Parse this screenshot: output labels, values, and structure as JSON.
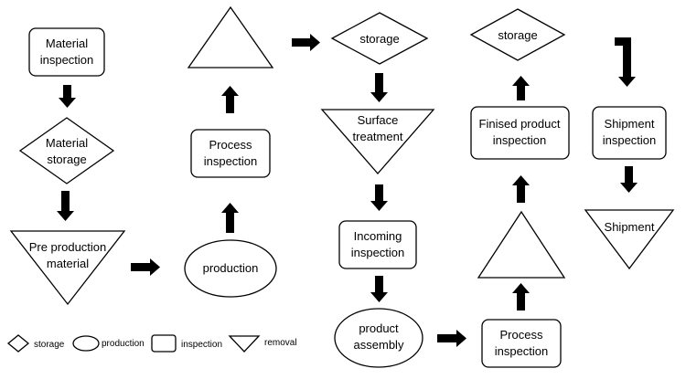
{
  "nodes": {
    "material_inspection": [
      "Material",
      "inspection"
    ],
    "material_storage": [
      "Material",
      "storage"
    ],
    "pre_production_material": [
      "Pre production",
      "material"
    ],
    "production": [
      "production"
    ],
    "process_inspection_1": [
      "Process",
      "inspection"
    ],
    "storage_1": [
      "storage"
    ],
    "surface_treatment": [
      "Surface",
      "treatment"
    ],
    "incoming_inspection": [
      "Incoming",
      "inspection"
    ],
    "product_assembly": [
      "product",
      "assembly"
    ],
    "process_inspection_2": [
      "Process",
      "inspection"
    ],
    "finished_product_inspection": [
      "Finised product",
      "inspection"
    ],
    "storage_2": [
      "storage"
    ],
    "shipment_inspection": [
      "Shipment",
      "inspection"
    ],
    "shipment": [
      "Shipment"
    ]
  },
  "legend": {
    "storage": "storage",
    "production": "production",
    "inspection": "inspection",
    "removal": "removal"
  }
}
